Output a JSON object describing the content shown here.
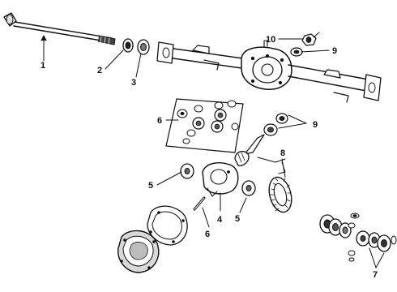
{
  "diagram": {
    "callouts": [
      {
        "id": "c1",
        "label": "1"
      },
      {
        "id": "c2",
        "label": "2"
      },
      {
        "id": "c3",
        "label": "3"
      },
      {
        "id": "c4",
        "label": "4"
      },
      {
        "id": "c5a",
        "label": "5"
      },
      {
        "id": "c5b",
        "label": "5"
      },
      {
        "id": "c6a",
        "label": "6"
      },
      {
        "id": "c6b",
        "label": "6"
      },
      {
        "id": "c7",
        "label": "7"
      },
      {
        "id": "c8",
        "label": "8"
      },
      {
        "id": "c9a",
        "label": "9"
      },
      {
        "id": "c9b",
        "label": "9"
      },
      {
        "id": "c10",
        "label": "10"
      }
    ]
  },
  "colors": {
    "ink": "#111111",
    "paper": "#ffffff",
    "shade": "#8a8a8a"
  }
}
